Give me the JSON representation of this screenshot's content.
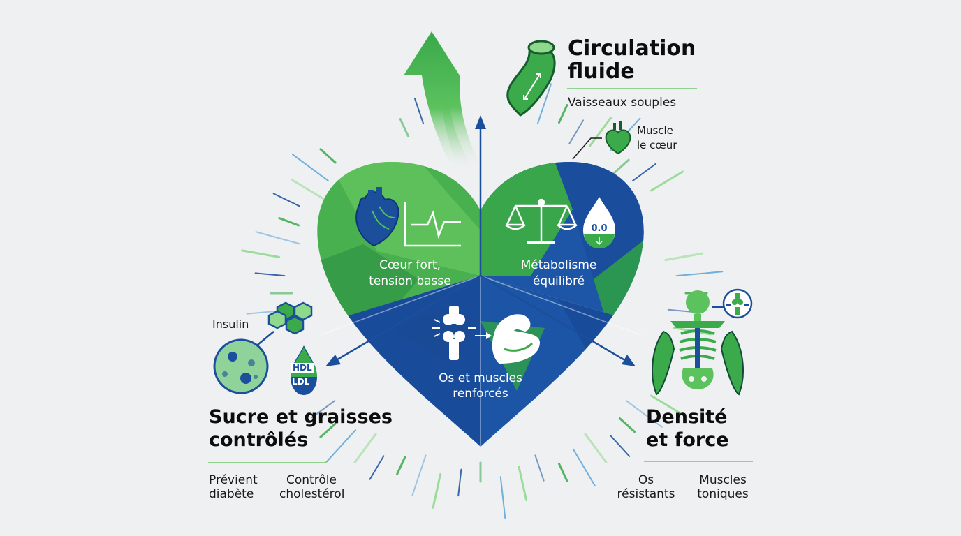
{
  "circulation": {
    "title_line1": "Circulation",
    "title_line2": "fluide",
    "subtitle": "Vaisseaux souples"
  },
  "muscle_heart": {
    "line1": "Muscle",
    "line2": "le cœur"
  },
  "heart_segments": {
    "heart": {
      "line1": "Cœur fort,",
      "line2": "tension basse"
    },
    "metabolism": {
      "line1": "Métabolisme",
      "line2": "équilibré",
      "drop_value": "0.0"
    },
    "bones": {
      "line1": "Os et muscles",
      "line2": "renforcés"
    }
  },
  "left_panel": {
    "insulin_label": "Insulin",
    "hdl_label": "HDL",
    "ldl_label": "LDL",
    "title_line1": "Sucre et graisses",
    "title_line2": "contrôlés",
    "item1_line1": "Prévient",
    "item1_line2": "diabète",
    "item2_line1": "Contrôle",
    "item2_line2": "cholestérol"
  },
  "right_panel": {
    "title_line1": "Densité",
    "title_line2": "et force",
    "item1_line1": "Os",
    "item1_line2": "résistants",
    "item2_line1": "Muscles",
    "item2_line2": "toniques"
  },
  "colors": {
    "green": "#3aaa4a",
    "light_green": "#7dd37a",
    "blue": "#1b4f9c",
    "dark_blue": "#123f86"
  }
}
